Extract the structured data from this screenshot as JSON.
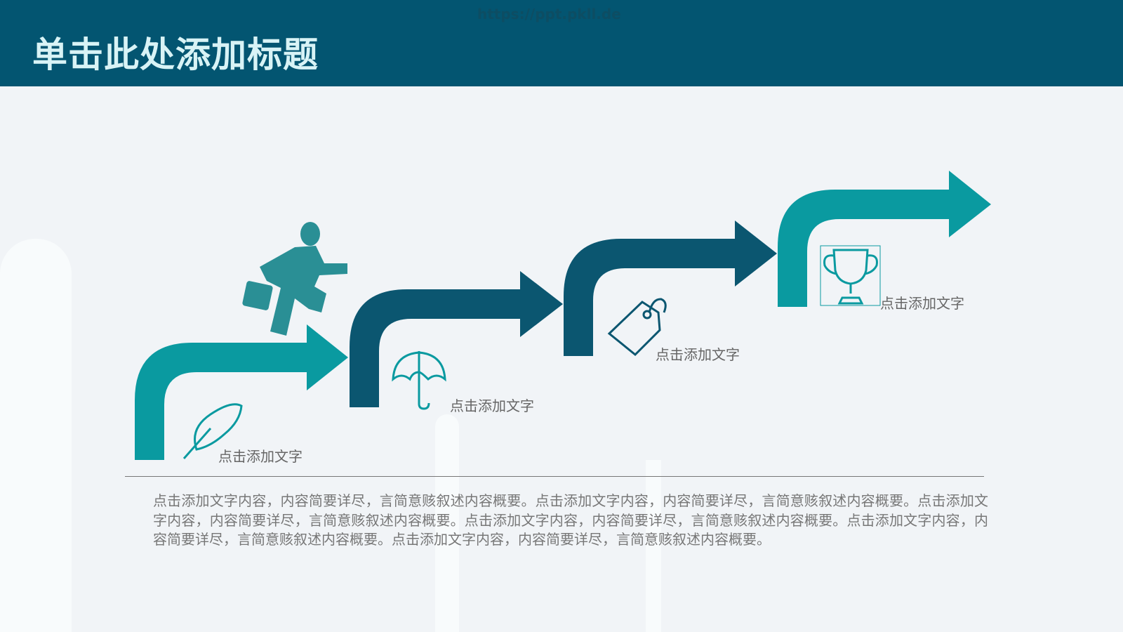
{
  "header": {
    "title": "单击此处添加标题",
    "watermark": "https://ppt.pkll.de"
  },
  "colors": {
    "header": "#035571",
    "teal": "#0a9aa0",
    "dark": "#0b5670"
  },
  "steps": [
    {
      "label": "点击添加文字",
      "icon": "feather-icon",
      "color": "teal"
    },
    {
      "label": "点击添加文字",
      "icon": "umbrella-icon",
      "color": "dark"
    },
    {
      "label": "点击添加文字",
      "icon": "tag-icon",
      "color": "dark"
    },
    {
      "label": "点击添加文字",
      "icon": "trophy-icon",
      "color": "teal"
    }
  ],
  "figure": "businessman-running-icon",
  "body_text": "点击添加文字内容，内容简要详尽，言简意赅叙述内容概要。点击添加文字内容，内容简要详尽，言简意赅叙述内容概要。点击添加文字内容，内容简要详尽，言简意赅叙述内容概要。点击添加文字内容，内容简要详尽，言简意赅叙述内容概要。点击添加文字内容，内容简要详尽，言简意赅叙述内容概要。点击添加文字内容，内容简要详尽，言简意赅叙述内容概要。"
}
